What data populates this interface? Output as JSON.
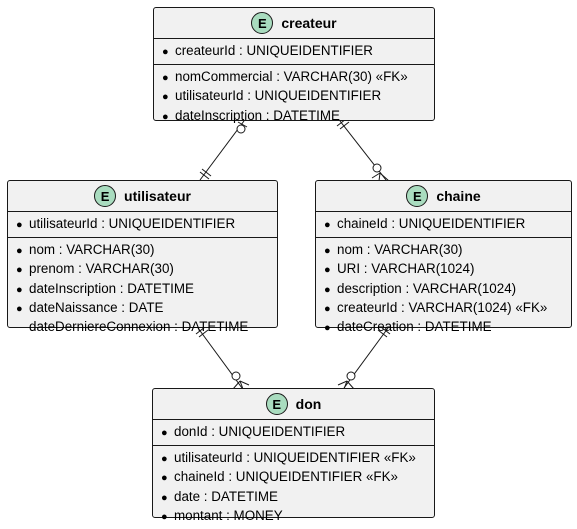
{
  "entities": {
    "createur": {
      "badge": "E",
      "title": "createur",
      "keys": [
        "createurId : UNIQUEIDENTIFIER"
      ],
      "attributes": [
        "nomCommercial : VARCHAR(30) «FK»",
        "utilisateurId : UNIQUEIDENTIFIER",
        "dateInscription : DATETIME"
      ]
    },
    "utilisateur": {
      "badge": "E",
      "title": "utilisateur",
      "keys": [
        "utilisateurId : UNIQUEIDENTIFIER"
      ],
      "attributes": [
        "nom : VARCHAR(30)",
        "prenom : VARCHAR(30)",
        "dateInscription : DATETIME",
        "dateNaissance : DATE",
        "dateDerniereConnexion : DATETIME"
      ]
    },
    "chaine": {
      "badge": "E",
      "title": "chaine",
      "keys": [
        "chaineId : UNIQUEIDENTIFIER"
      ],
      "attributes": [
        "nom : VARCHAR(30)",
        "URI : VARCHAR(1024)",
        "description : VARCHAR(1024)",
        "createurId : VARCHAR(1024) «FK»",
        "dateCreation : DATETIME"
      ]
    },
    "don": {
      "badge": "E",
      "title": "don",
      "keys": [
        "donId : UNIQUEIDENTIFIER"
      ],
      "attributes": [
        "utilisateurId : UNIQUEIDENTIFIER «FK»",
        "chaineId : UNIQUEIDENTIFIER «FK»",
        "date : DATETIME",
        "montant : MONEY"
      ]
    }
  },
  "bullet_marks": {
    "createur": [
      true,
      true,
      true,
      true
    ],
    "utilisateur": [
      true,
      true,
      true,
      true,
      true,
      false
    ],
    "chaine": [
      true,
      true,
      true,
      true,
      true,
      true
    ],
    "don": [
      true,
      true,
      true,
      true,
      true
    ]
  },
  "colors": {
    "entity_fill": "#f1f1f1",
    "badge_fill": "#a9dcbf",
    "line": "#181818"
  }
}
